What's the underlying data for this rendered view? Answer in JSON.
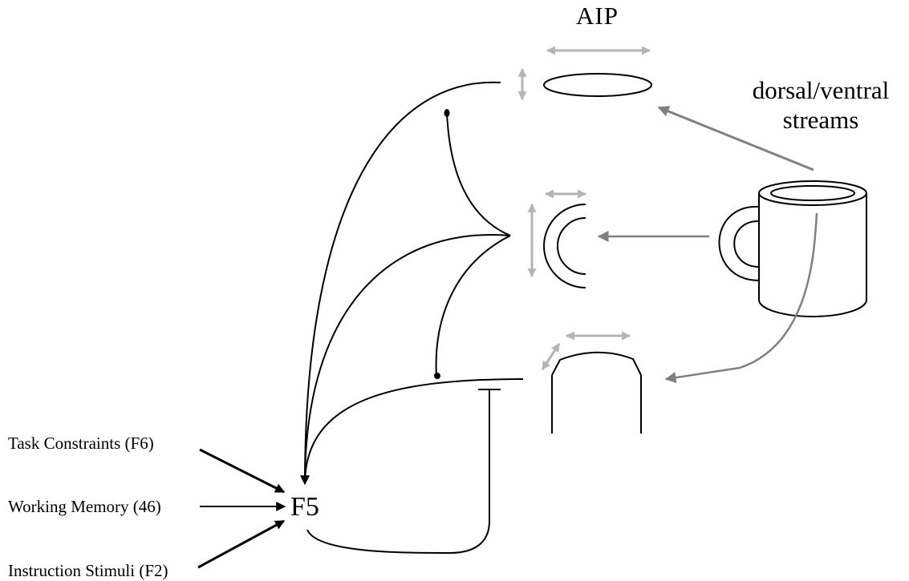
{
  "labels": {
    "aip": "AIP",
    "streams_line1": "dorsal/ventral",
    "streams_line2": "streams",
    "f5": "F5",
    "inputs": [
      "Task Constraints (F6)",
      "Working Memory (46)",
      "Instruction Stimuli (F2)"
    ]
  },
  "colors": {
    "ink": "#000000",
    "stream_arrow": "#808080",
    "affordance_arrow": "#b4b4b4"
  },
  "icons": {
    "object": "mug-icon"
  }
}
